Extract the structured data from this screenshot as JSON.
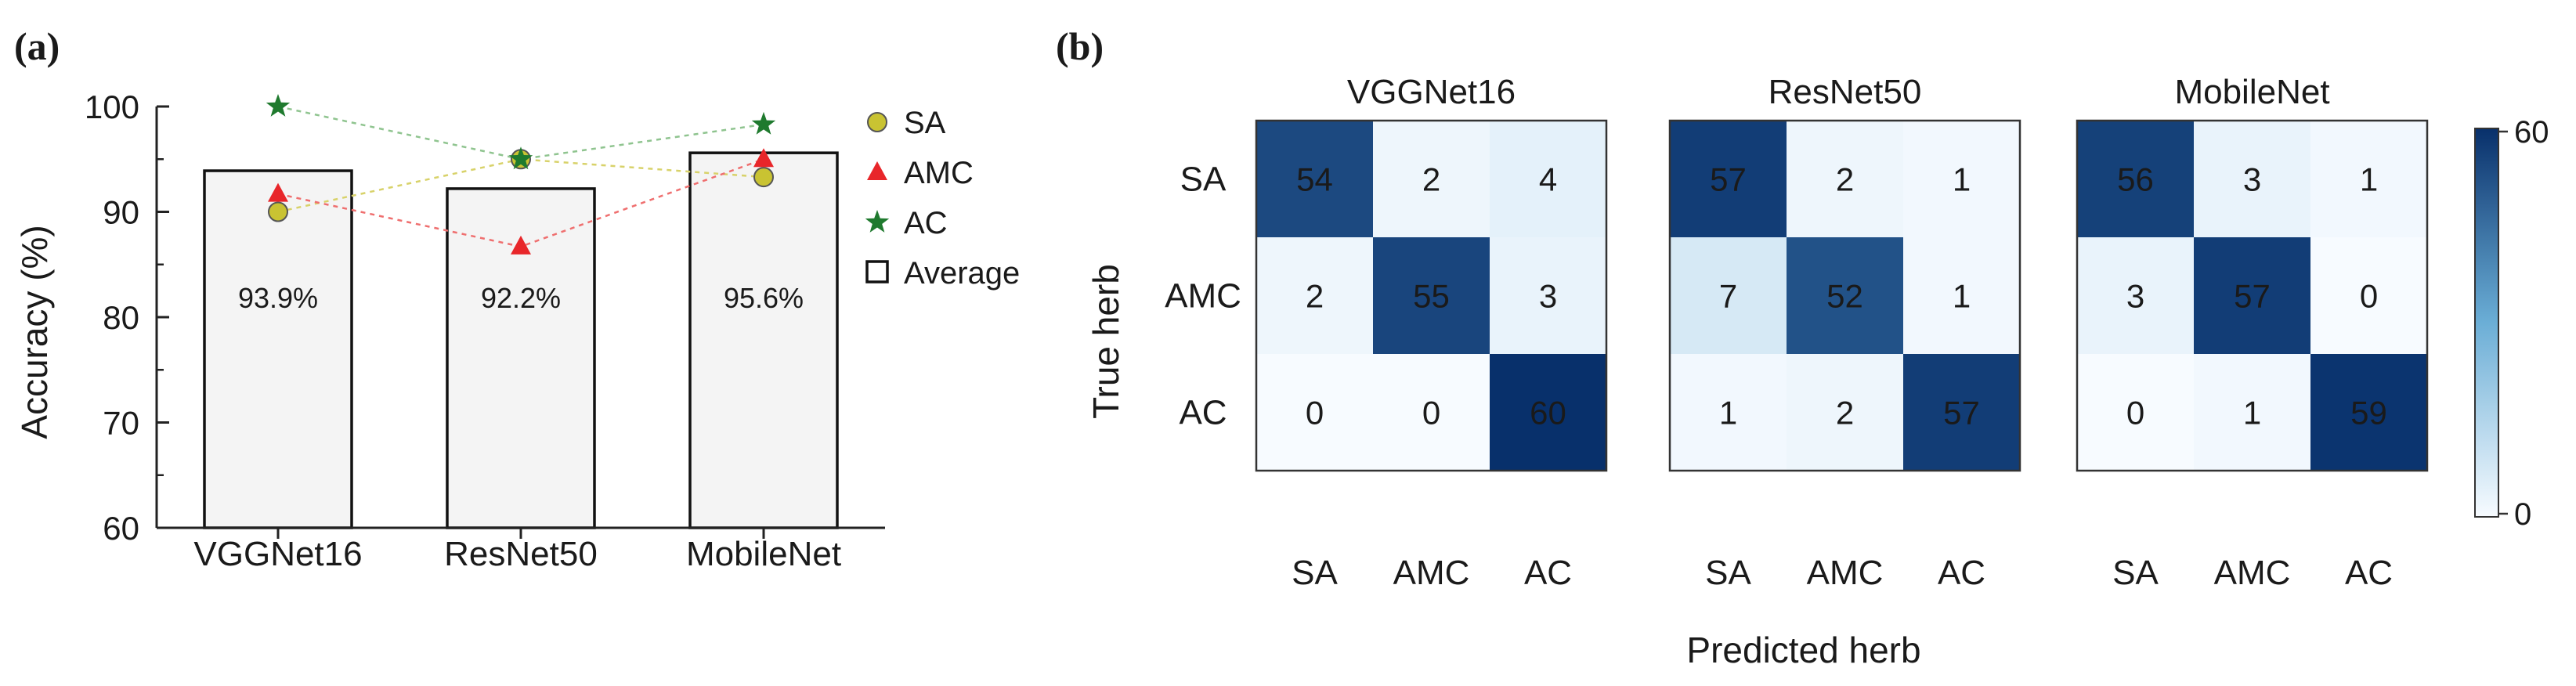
{
  "chart_data": [
    {
      "panel": "(a)",
      "type": "bar",
      "ylabel": "Accuracy (%)",
      "ylim": [
        60,
        100
      ],
      "yticks": [
        60,
        70,
        80,
        90,
        100
      ],
      "categories": [
        "VGGNet16",
        "ResNet50",
        "MobileNet"
      ],
      "bars": {
        "name": "Average",
        "values": [
          93.9,
          92.2,
          95.6
        ],
        "labels": [
          "93.9%",
          "92.2%",
          "95.6%"
        ]
      },
      "series": [
        {
          "name": "SA",
          "marker": "circle",
          "color": "#c9c332",
          "values": [
            90.0,
            95.0,
            93.3
          ]
        },
        {
          "name": "AMC",
          "marker": "triangle",
          "color": "#e8262a",
          "values": [
            91.7,
            86.7,
            95.0
          ]
        },
        {
          "name": "AC",
          "marker": "star",
          "color": "#1f7a2e",
          "values": [
            100.0,
            95.0,
            98.3
          ]
        }
      ],
      "legend_position": "right",
      "grid": false
    },
    {
      "panel": "(b)",
      "type": "heatmap",
      "xlabel": "Predicted herb",
      "ylabel": "True herb",
      "classes": [
        "SA",
        "AMC",
        "AC"
      ],
      "colorbar": {
        "min": 0,
        "max": 60,
        "tick_labels": [
          "60",
          "0"
        ],
        "low_color": "#f7fbff",
        "high_color": "#08306b"
      },
      "matrices": [
        {
          "title": "VGGNet16",
          "values": [
            [
              54,
              2,
              4
            ],
            [
              2,
              55,
              3
            ],
            [
              0,
              0,
              60
            ]
          ]
        },
        {
          "title": "ResNet50",
          "values": [
            [
              57,
              2,
              1
            ],
            [
              7,
              52,
              1
            ],
            [
              1,
              2,
              57
            ]
          ]
        },
        {
          "title": "MobileNet",
          "values": [
            [
              56,
              3,
              1
            ],
            [
              3,
              57,
              0
            ],
            [
              0,
              1,
              59
            ]
          ]
        }
      ]
    }
  ]
}
